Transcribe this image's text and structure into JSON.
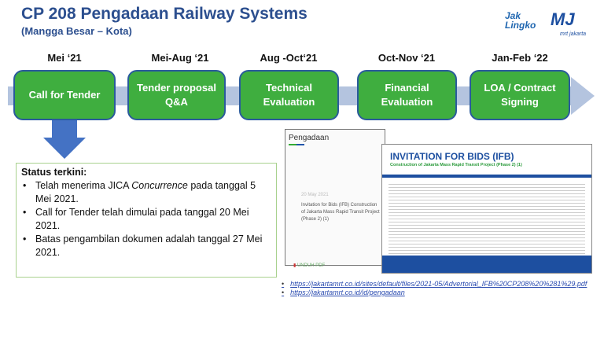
{
  "header": {
    "title": "CP 208 Pengadaan Railway Systems",
    "subtitle": "(Mangga Besar – Kota)",
    "logo1": "Jak Lingko",
    "logo2": "mrt jakarta"
  },
  "timeline": [
    {
      "date": "Mei ‘21",
      "label": "Call for Tender"
    },
    {
      "date": "Mei-Aug ‘21",
      "label": "Tender proposal Q&A"
    },
    {
      "date": "Aug -Oct‘21",
      "label": "Technical Evaluation"
    },
    {
      "date": "Oct-Nov ‘21",
      "label": "Financial Evaluation"
    },
    {
      "date": "Jan-Feb ‘22",
      "label": "LOA / Contract Signing"
    }
  ],
  "status": {
    "heading": "Status terkini:",
    "items": [
      {
        "pre": "Telah menerima JICA ",
        "em": "Concurrence",
        "post": " pada tanggal 5 Mei 2021."
      },
      {
        "pre": "Call for Tender telah dimulai pada tanggal 20 Mei 2021."
      },
      {
        "pre": "Batas pengambilan dokumen adalah tanggal 27 Mei 2021."
      }
    ]
  },
  "card": {
    "heading": "Pengadaan",
    "date": "20 May 2021",
    "text": "Invitation for Bids (IFB) Construction of Jakarta Mass Rapid Transit Project (Phase 2) (1)",
    "download": "UNDUH PDF"
  },
  "ifb": {
    "title": "INVITATION FOR BIDS (IFB)",
    "subtitle": "Construction of Jakarta Mass Rapid Transit Project (Phase 2) (1)"
  },
  "links": [
    "https://jakartamrt.co.id/sites/default/files/2021-05/Advertorial_IFB%20CP208%20%281%29.pdf",
    "https://jakartamrt.co.id/id/pengadaan"
  ]
}
